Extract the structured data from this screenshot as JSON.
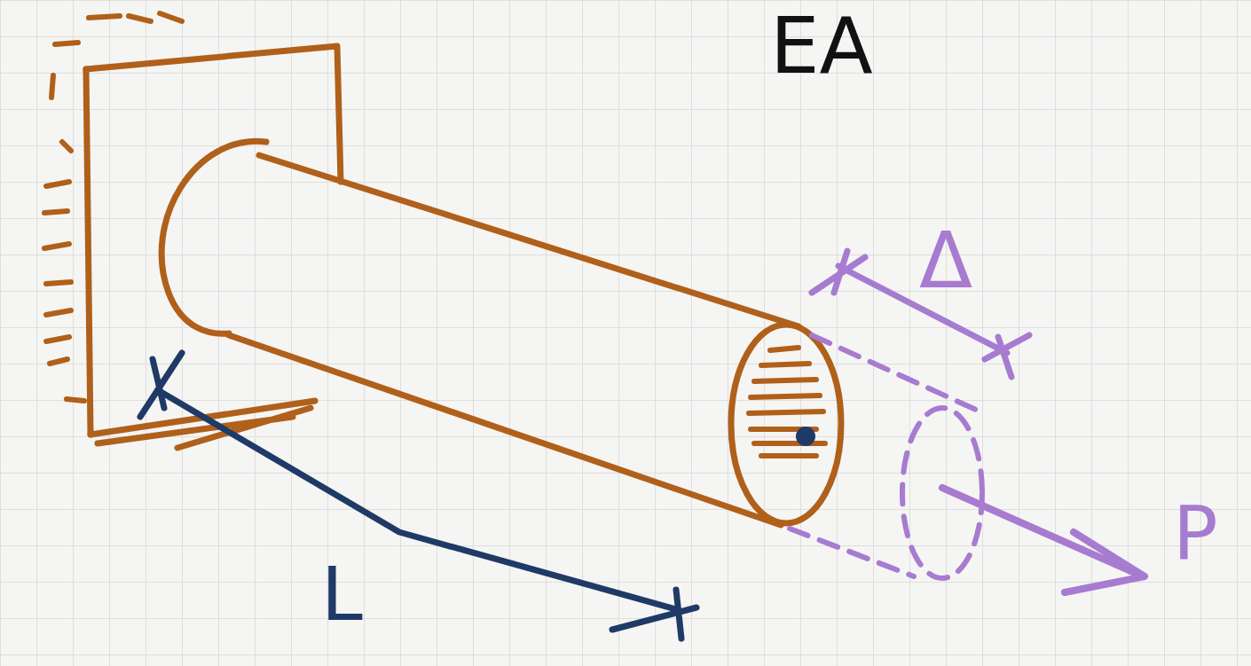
{
  "diagram": {
    "labels": [
      "EA",
      "Δ",
      "L",
      "P"
    ]
  }
}
